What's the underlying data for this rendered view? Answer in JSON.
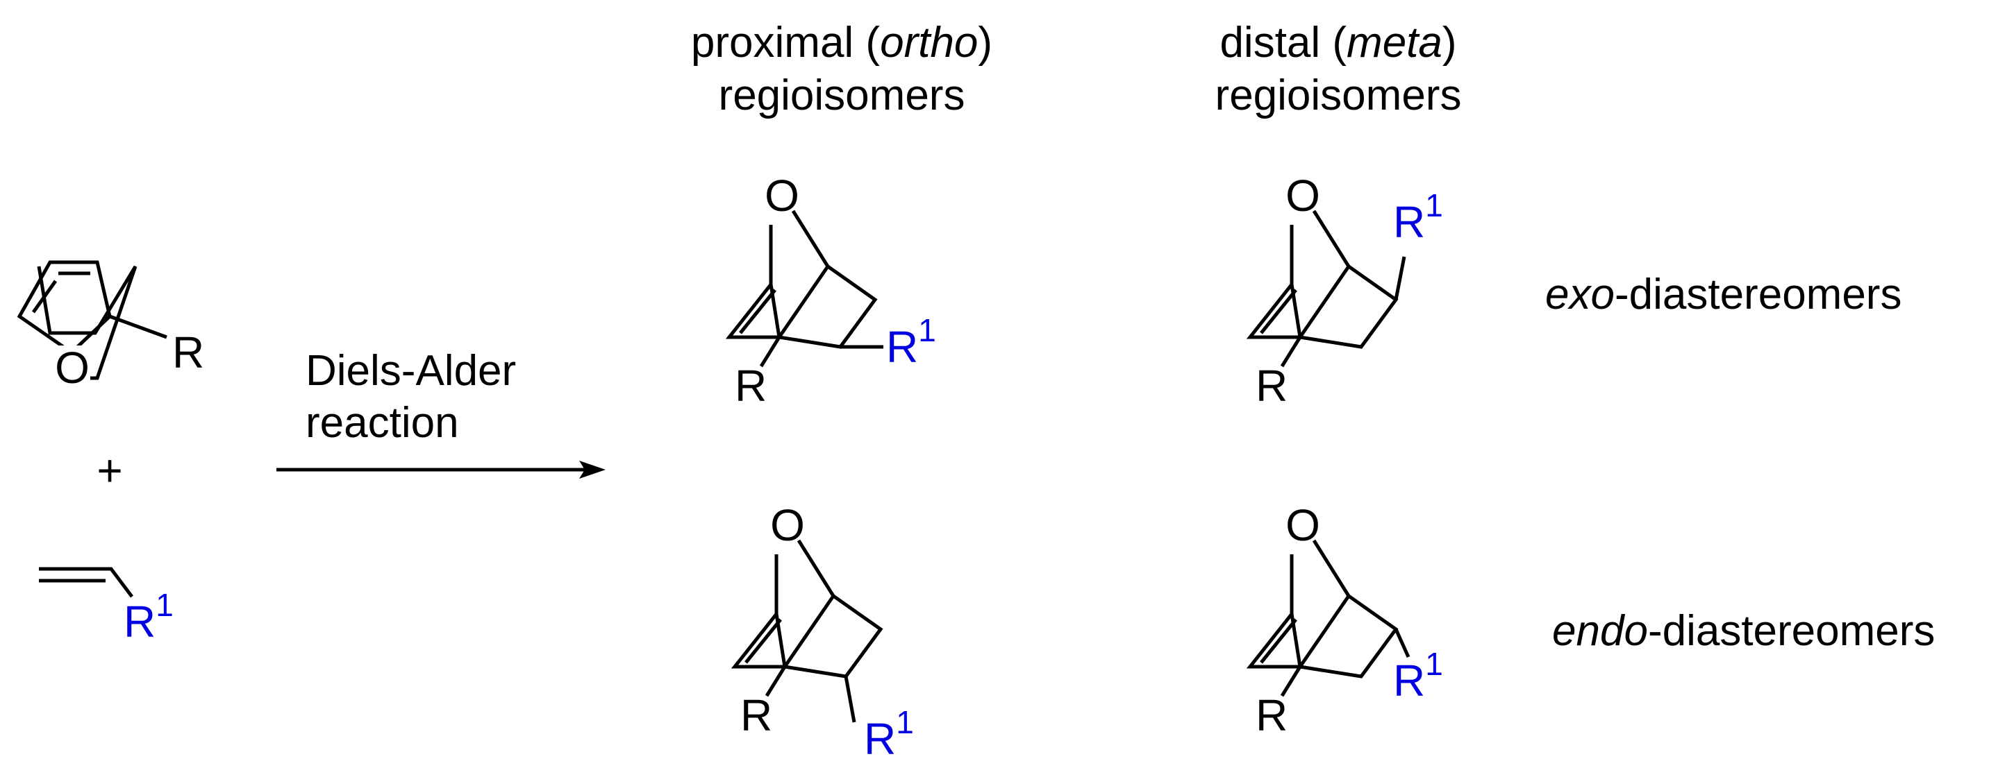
{
  "headers": {
    "proximal": {
      "line1_pre": "proximal (",
      "line1_em": "ortho",
      "line1_post": ")",
      "line2": "regioisomers"
    },
    "distal": {
      "line1_pre": "distal (",
      "line1_em": "meta",
      "line1_post": ")",
      "line2": "regioisomers"
    }
  },
  "row_labels": {
    "exo": {
      "em": "exo",
      "rest": "-diastereomers"
    },
    "endo": {
      "em": "endo",
      "rest": "-diastereomers"
    }
  },
  "reaction": {
    "line1": "Diels-Alder",
    "line2": "reaction"
  },
  "reactants": {
    "plus": "+"
  },
  "atoms": {
    "oxygen": "O",
    "R": "R",
    "R1_base": "R",
    "R1_sup": "1"
  },
  "colors": {
    "substituent": "#0000e0",
    "ink": "#000000"
  }
}
